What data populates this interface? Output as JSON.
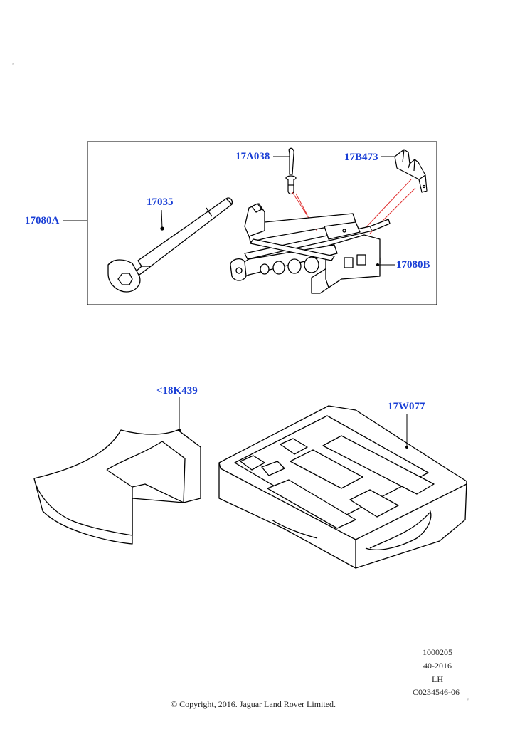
{
  "callouts": {
    "assembly": "17080A",
    "wrench": "17035",
    "handle": "17A038",
    "bracket": "17B473",
    "jack": "17080B",
    "foam_block": "<18K439",
    "tray": "17W077"
  },
  "info": {
    "ref": "1000205",
    "date": "40-2016",
    "side": "LH",
    "code": "C0234546-06"
  },
  "copyright": "© Copyright, 2016. Jaguar Land Rover Limited.",
  "colors": {
    "callout": "#1a3fd6",
    "line": "#000000",
    "leader_red": "#e03030"
  }
}
